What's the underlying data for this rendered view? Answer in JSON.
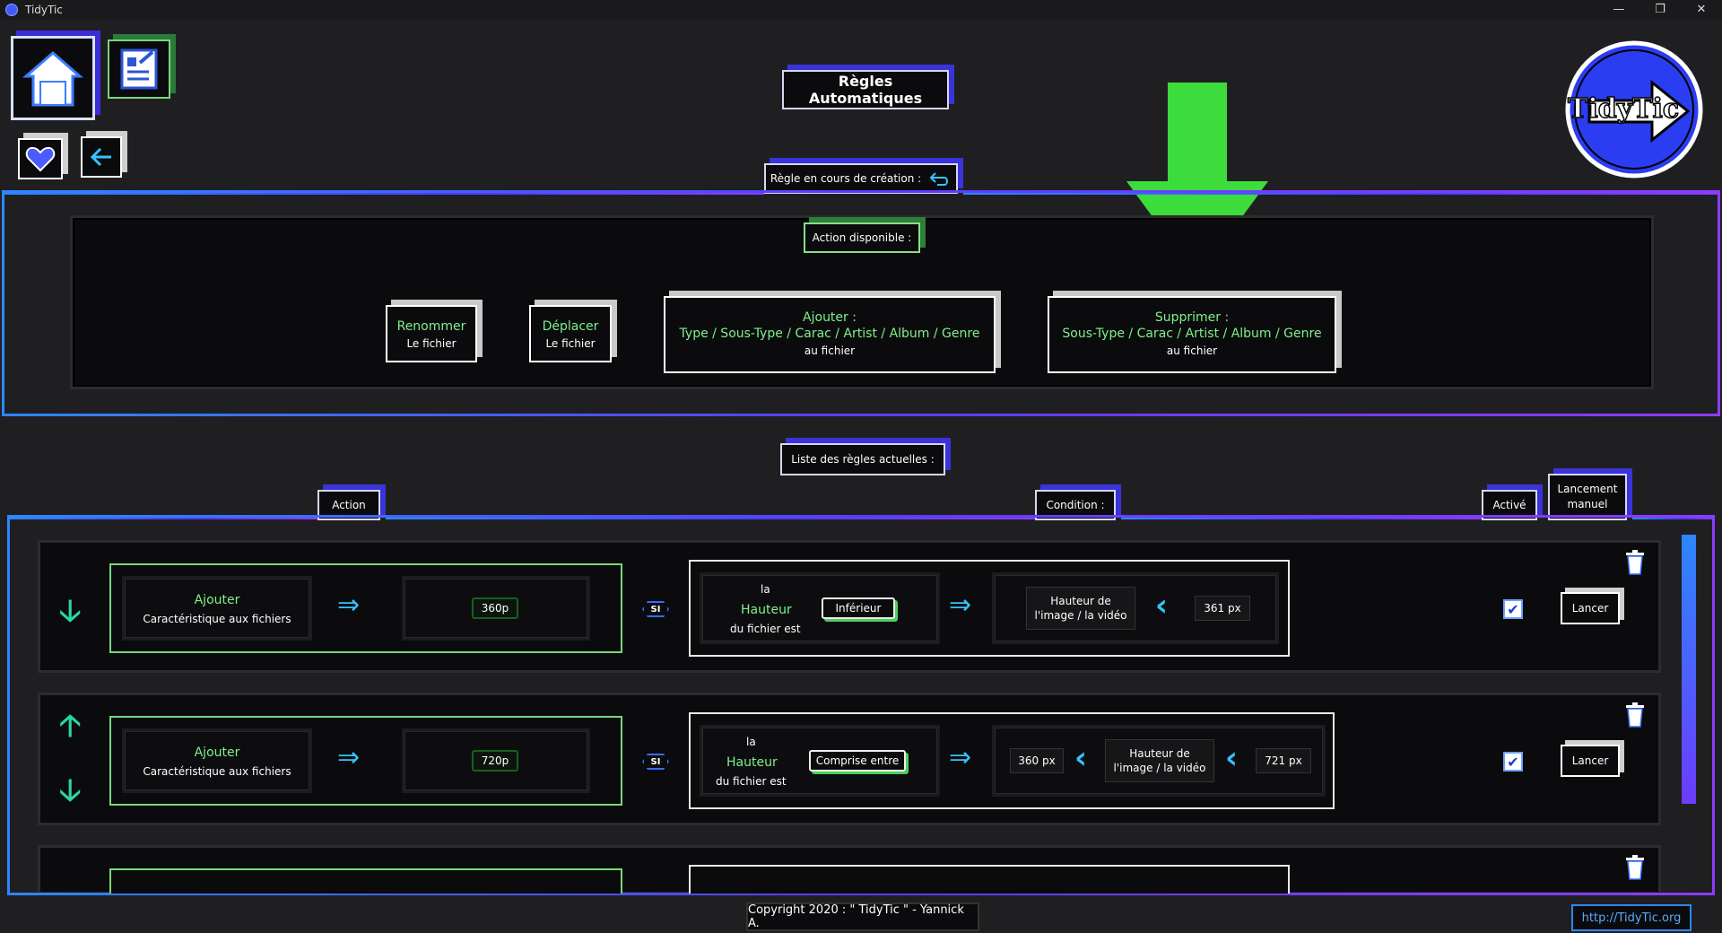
{
  "window": {
    "title": "TidyTic",
    "controls": {
      "minimize": "—",
      "maximize": "❐",
      "close": "✕"
    }
  },
  "nav": {
    "home_icon": "home-icon",
    "rules_icon": "rules-document-icon",
    "favorites_icon": "heart-icon",
    "back_icon": "arrow-left-icon"
  },
  "header": {
    "title": "Règles Automatiques",
    "logo_text": "TidyTic"
  },
  "creation": {
    "label": "Règle en cours de création :",
    "action_label": "Action disponible :",
    "actions": [
      {
        "line1": "Renommer",
        "line2": "Le fichier"
      },
      {
        "line1": "Déplacer",
        "line2": "Le fichier"
      },
      {
        "line1": "Ajouter :",
        "line2": "Type / Sous-Type / Carac / Artist / Album / Genre",
        "line3": "au fichier"
      },
      {
        "line1": "Supprimer :",
        "line2": "Sous-Type / Carac / Artist / Album / Genre",
        "line3": "au fichier"
      }
    ]
  },
  "rules_list": {
    "label": "Liste des règles actuelles :",
    "headers": {
      "action": "Action",
      "condition": "Condition :",
      "active": "Activé",
      "manual": "Lancement manuel"
    },
    "si_label": "SI",
    "rows": [
      {
        "action_title": "Ajouter",
        "action_subtitle": "Caractéristique aux fichiers",
        "action_value": "360p",
        "cond_prefix": "la",
        "cond_subject": "Hauteur",
        "cond_suffix": "du fichier est",
        "cond_operator": "Inférieur",
        "cond_field": "Hauteur de l'image / la vidéo",
        "cond_value": "361 px",
        "active": true,
        "launch_label": "Lancer"
      },
      {
        "action_title": "Ajouter",
        "action_subtitle": "Caractéristique aux fichiers",
        "action_value": "720p",
        "cond_prefix": "la",
        "cond_subject": "Hauteur",
        "cond_suffix": "du fichier est",
        "cond_operator": "Comprise entre",
        "cond_min": "360 px",
        "cond_field": "Hauteur de l'image / la vidéo",
        "cond_value": "721 px",
        "active": true,
        "launch_label": "Lancer"
      }
    ]
  },
  "footer": {
    "copyright": "Copyright 2020 : \" TidyTic \" - Yannick A.",
    "link": "http://TidyTic.org"
  },
  "colors": {
    "accent_blue": "#3b2dd6",
    "accent_green": "#7ff08a",
    "arrow_green": "#3ddc3d",
    "cyan": "#34c3ff"
  }
}
